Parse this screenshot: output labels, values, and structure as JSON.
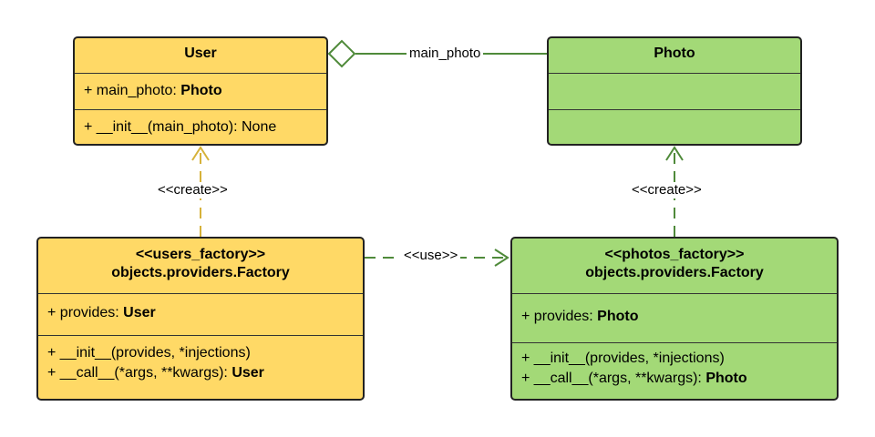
{
  "colors": {
    "yellow_fill": "#ffd966",
    "yellow_line": "#d6b23a",
    "green_fill": "#a3d977",
    "green_line": "#4f8a3a",
    "border": "#222222"
  },
  "user": {
    "name": "User",
    "attribute": {
      "prefix": "+ main_photo: ",
      "type": "Photo"
    },
    "method": "+ __init__(main_photo): None"
  },
  "photo": {
    "name": "Photo"
  },
  "users_factory": {
    "stereotype": "<<users_factory>>",
    "name": "objects.providers.Factory",
    "attribute": {
      "prefix": "+ provides: ",
      "type": "User"
    },
    "methods": [
      {
        "prefix": "+ __init__(provides, *injections)",
        "type": ""
      },
      {
        "prefix": "+ __call__(*args, **kwargs): ",
        "type": "User"
      }
    ]
  },
  "photos_factory": {
    "stereotype": "<<photos_factory>>",
    "name": "objects.providers.Factory",
    "attribute": {
      "prefix": "+ provides: ",
      "type": "Photo"
    },
    "methods": [
      {
        "prefix": "+ __init__(provides, *injections)",
        "type": ""
      },
      {
        "prefix": "+ __call__(*args, **kwargs): ",
        "type": "Photo"
      }
    ]
  },
  "relations": {
    "aggregation_label": "main_photo",
    "users_create_label": "<<create>>",
    "photos_create_label": "<<create>>",
    "use_label": "<<use>>"
  }
}
